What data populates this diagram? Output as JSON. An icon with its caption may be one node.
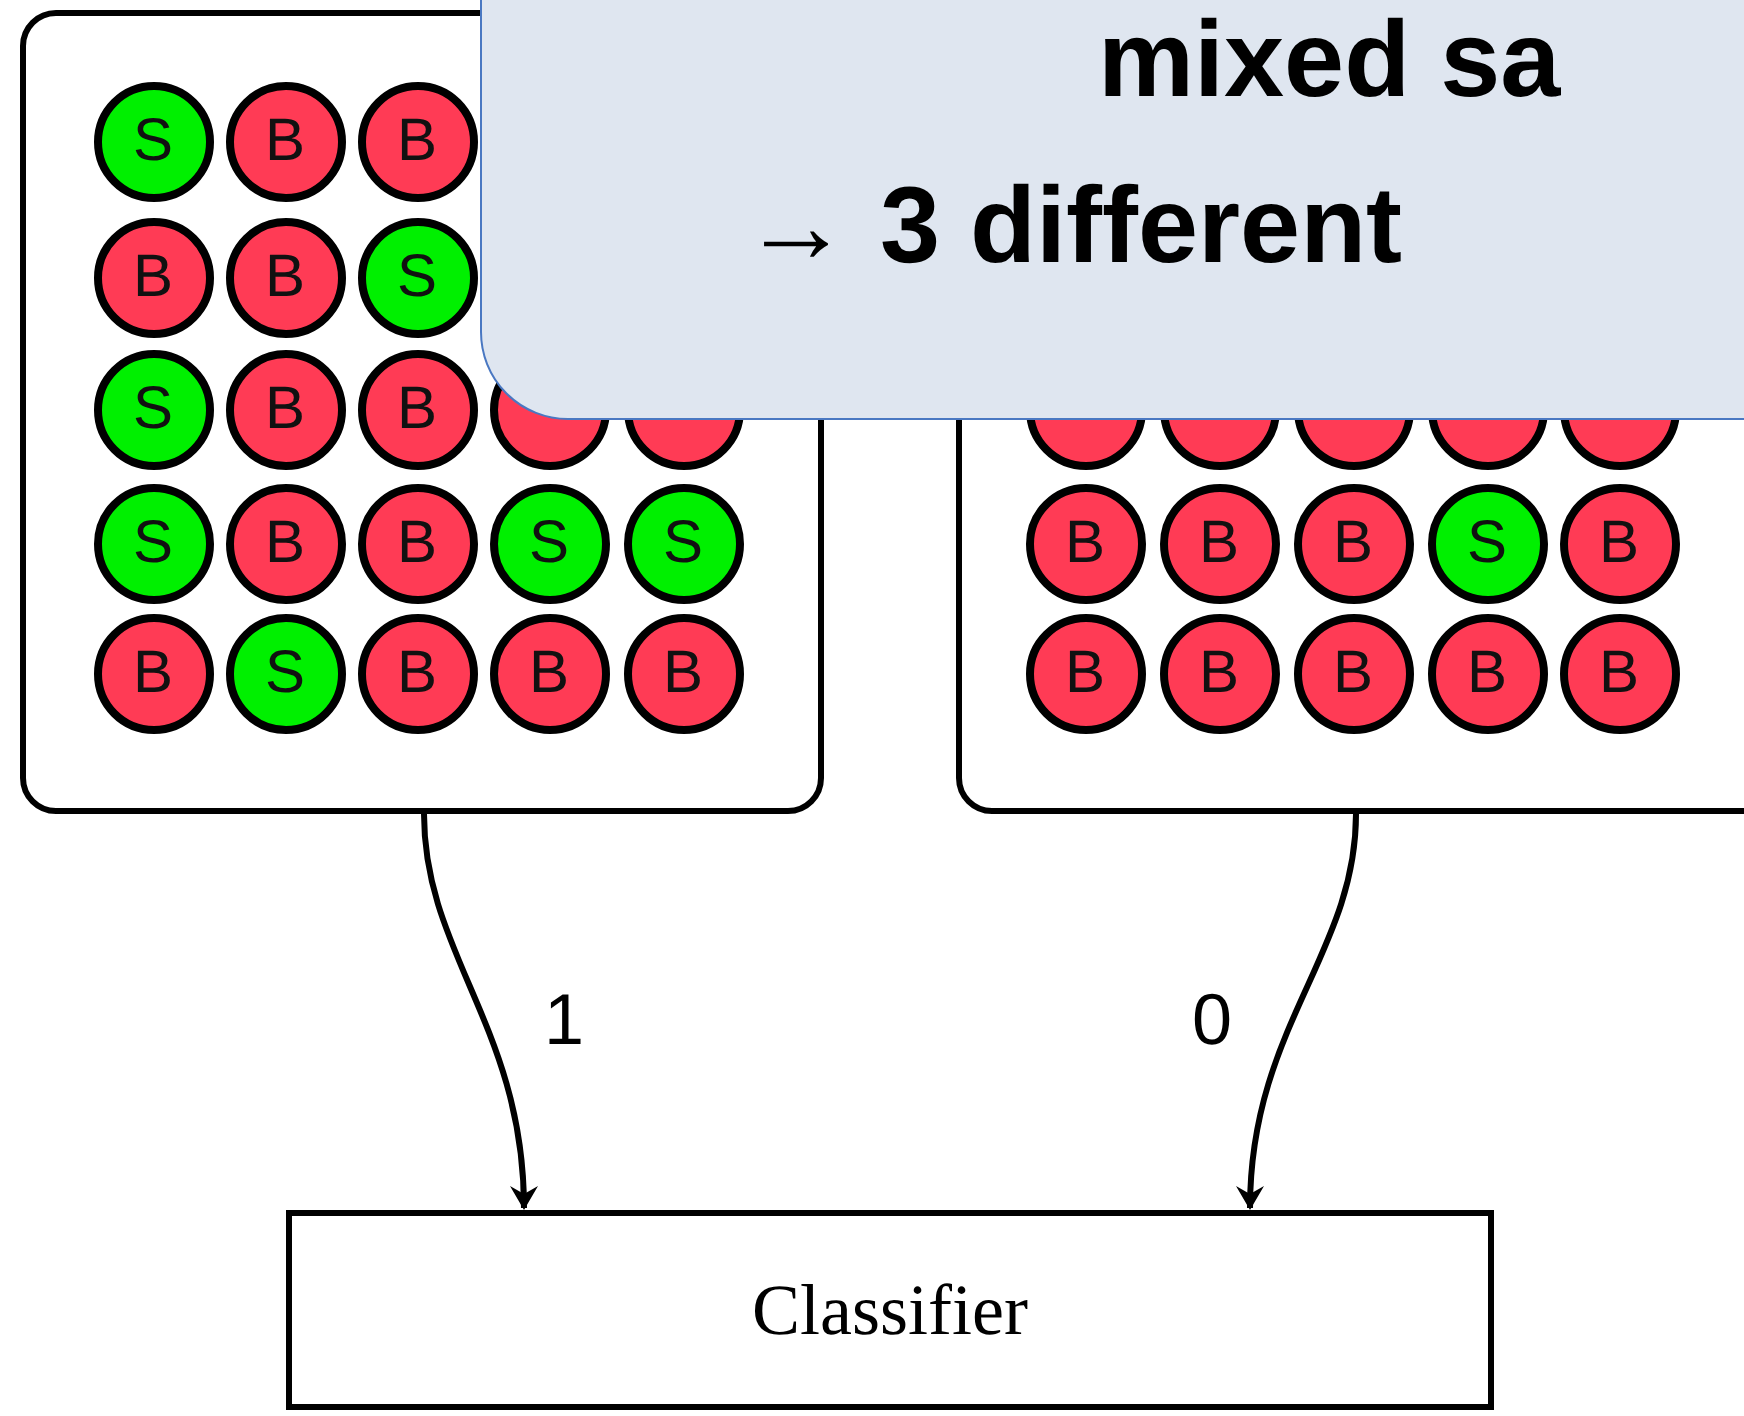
{
  "diagram": {
    "nodes": [
      {
        "text": [],
        "shape": "box"
      },
      {
        "text": [
          "S"
        ],
        "in": 0
      },
      {
        "text": [
          "B"
        ],
        "in": 0
      },
      {
        "text": [
          "B"
        ],
        "in": 0
      },
      {
        "text": [
          "B"
        ],
        "in": 0
      },
      {
        "text": [
          "B"
        ],
        "in": 0
      },
      {
        "text": [
          "S"
        ],
        "in": 0
      },
      {
        "text": [
          "S"
        ],
        "in": 0
      },
      {
        "text": [
          "B"
        ],
        "in": 0
      },
      {
        "text": [
          "B"
        ],
        "in": 0
      },
      {
        "text": [],
        "shape": "circle",
        "in": 0
      },
      {
        "text": [],
        "shape": "circle",
        "in": 0
      },
      {
        "text": [
          "S"
        ],
        "in": 0
      },
      {
        "text": [
          "B"
        ],
        "in": 0
      },
      {
        "text": [
          "B"
        ],
        "in": 0
      },
      {
        "text": [
          "S"
        ],
        "in": 0
      },
      {
        "text": [
          "S"
        ],
        "in": 0
      },
      {
        "text": [
          "B"
        ],
        "in": 0
      },
      {
        "text": [
          "S"
        ],
        "in": 0
      },
      {
        "text": [
          "B"
        ],
        "in": 0
      },
      {
        "text": [
          "B"
        ],
        "in": 0
      },
      {
        "text": [
          "B"
        ],
        "in": 0
      },
      {
        "text": [],
        "shape": "box"
      },
      {
        "text": [],
        "shape": "circle",
        "in": 22
      },
      {
        "text": [],
        "shape": "circle",
        "in": 22
      },
      {
        "text": [],
        "shape": "circle",
        "in": 22
      },
      {
        "text": [],
        "shape": "circle",
        "in": 22
      },
      {
        "text": [],
        "shape": "circle",
        "in": 22
      },
      {
        "text": [
          "B"
        ],
        "in": 22
      },
      {
        "text": [
          "B"
        ],
        "in": 22
      },
      {
        "text": [
          "B"
        ],
        "in": 22
      },
      {
        "text": [
          "S"
        ],
        "in": 22
      },
      {
        "text": [
          "B"
        ],
        "in": 22
      },
      {
        "text": [
          "B"
        ],
        "in": 22
      },
      {
        "text": [
          "B"
        ],
        "in": 22
      },
      {
        "text": [
          "B"
        ],
        "in": 22
      },
      {
        "text": [
          "B"
        ],
        "in": 22
      },
      {
        "text": [
          "B"
        ],
        "in": 22
      },
      {
        "text": [
          "Classifier"
        ]
      },
      {
        "text": [
          "mixed sa",
          "→ 3 different"
        ]
      }
    ],
    "edges": [
      {
        "from": 0,
        "to": 38,
        "arrow": "to",
        "label": "1"
      },
      {
        "from": 22,
        "to": 38,
        "arrow": "to",
        "label": "0"
      }
    ]
  }
}
